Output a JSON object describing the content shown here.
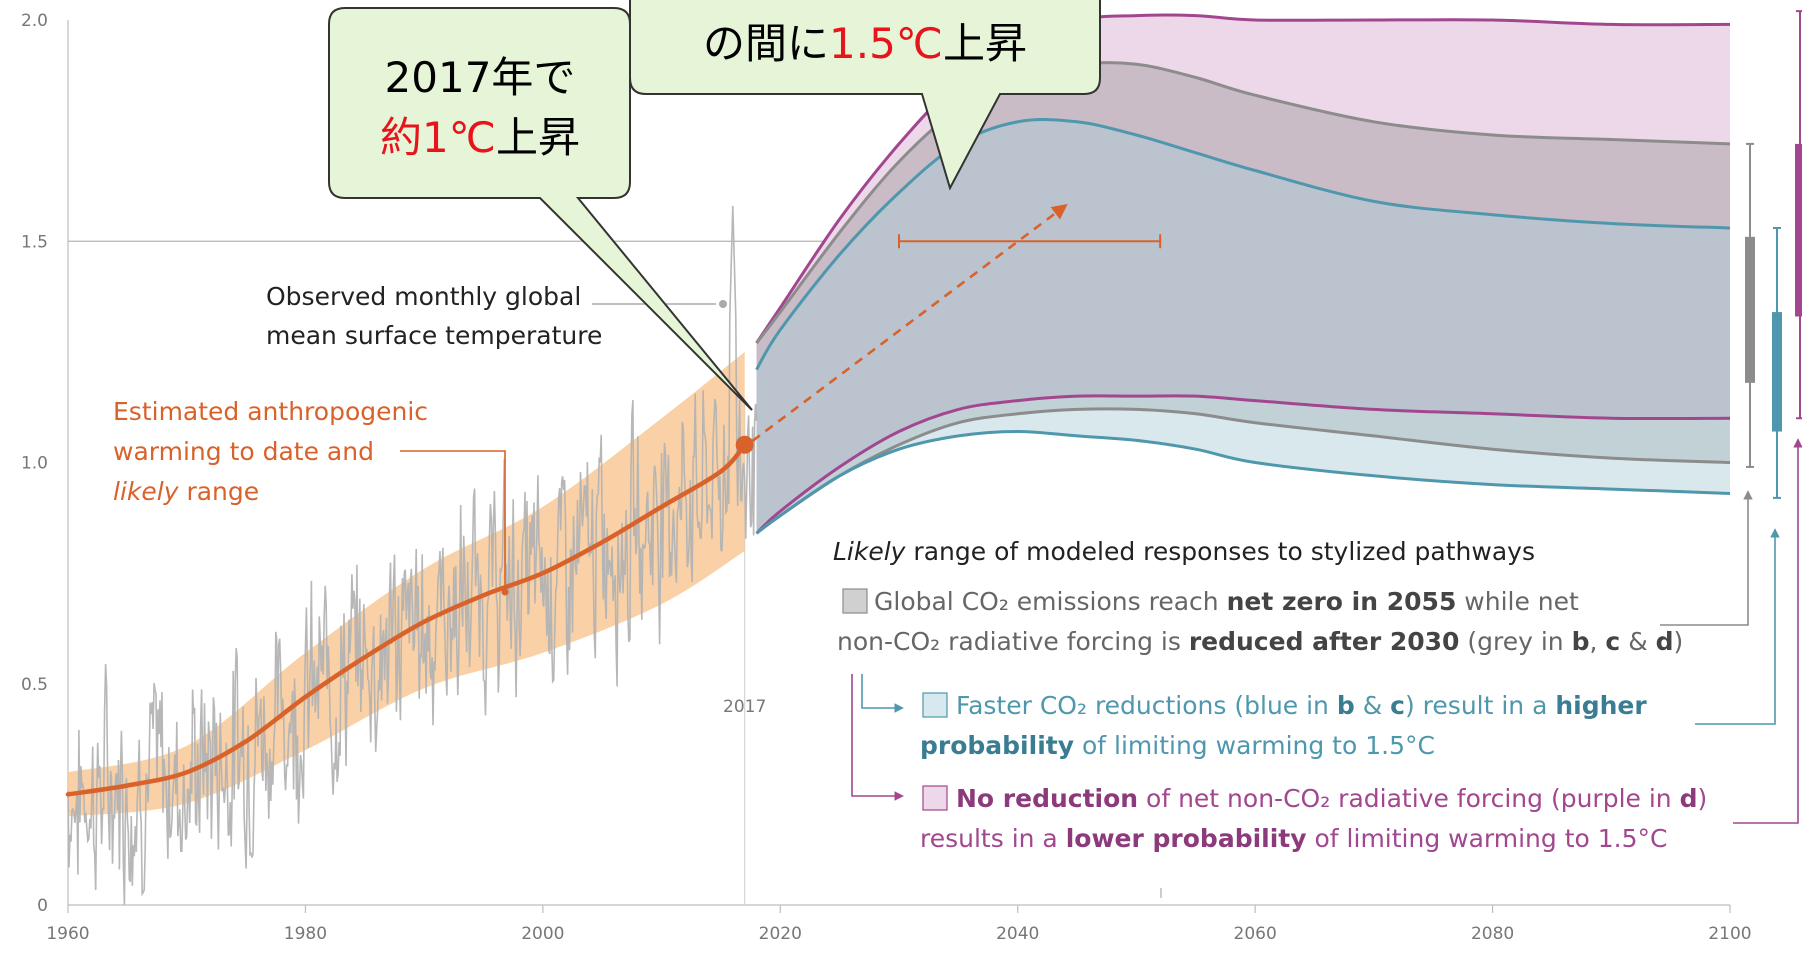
{
  "callouts": {
    "left_line1": "2017年で",
    "left_line2_red": "約1℃",
    "left_line2_black": "上昇",
    "right_line_black1": "の間に",
    "right_line_red": "1.5℃",
    "right_line_black2": "上昇"
  },
  "annotations": {
    "observed_line1": "Observed monthly global",
    "observed_line2": "mean surface temperature",
    "anthro_line1": "Estimated anthropogenic",
    "anthro_line2": "warming to date and",
    "anthro_line3_italic": "likely",
    "anthro_line3_rest": " range",
    "year_marker": "2017"
  },
  "legend": {
    "title_italic": "Likely",
    "title_rest": " range of modeled responses to stylized pathways",
    "grey_a": "Global CO₂ emissions reach ",
    "grey_b": "net zero in 2055",
    "grey_c": " while net",
    "grey_d": "non-CO₂ radiative forcing is ",
    "grey_e": "reduced after 2030",
    "grey_f": " (grey in ",
    "grey_g": "b",
    "grey_h": ", ",
    "grey_i": "c",
    "grey_j": " & ",
    "grey_k": "d",
    "grey_l": ")",
    "blue_a": "Faster CO₂ reductions (blue in ",
    "blue_b": "b",
    "blue_c": " & ",
    "blue_d": "c",
    "blue_e": ") result in a ",
    "blue_f": "higher",
    "blue_g": "probability",
    "blue_h": " of limiting warming to 1.5°C",
    "purple_a": "No reduction",
    "purple_b": " of net non-CO₂ radiative forcing (purple in ",
    "purple_c": "d",
    "purple_d": ")",
    "purple_e": "results in a ",
    "purple_f": "lower probability",
    "purple_g": " of limiting warming to 1.5°C"
  },
  "colors": {
    "observed": "#b3b3b3",
    "anthropogenic": "#d9622b",
    "anthro_band": "#f9c996",
    "grey": "#8c8c8c",
    "blue": "#4f97ad",
    "purple": "#a2478f",
    "callout_fill": "#e6f5d7",
    "callout_red": "#e8141c"
  },
  "chart_data": {
    "type": "line",
    "xlim": [
      1960,
      2100
    ],
    "ylim": [
      0,
      2.0
    ],
    "x_ticks": [
      "1960",
      "1980",
      "2000",
      "2020",
      "2040",
      "2060",
      "2080",
      "2100"
    ],
    "y_ticks": [
      "0",
      "0.5",
      "1.0",
      "1.5",
      "2.0"
    ],
    "reference_line_y": 1.5,
    "anthropogenic_central": {
      "x": [
        1960,
        1965,
        1970,
        1975,
        1980,
        1985,
        1990,
        1995,
        2000,
        2005,
        2010,
        2015,
        2017
      ],
      "y": [
        0.25,
        0.27,
        0.3,
        0.37,
        0.47,
        0.56,
        0.64,
        0.7,
        0.75,
        0.82,
        0.9,
        0.98,
        1.04
      ]
    },
    "anthropogenic_likely_range": {
      "x": [
        1960,
        1970,
        1980,
        1990,
        2000,
        2010,
        2017
      ],
      "lower": [
        0.2,
        0.23,
        0.35,
        0.49,
        0.57,
        0.68,
        0.8
      ],
      "upper": [
        0.3,
        0.36,
        0.57,
        0.76,
        0.9,
        1.1,
        1.25
      ]
    },
    "observed_monthly": {
      "note": "noisy monthly series around anthropogenic estimate",
      "peak_year": 2016,
      "peak_value": 1.58
    },
    "series": [
      {
        "color_key": "grey",
        "x": [
          2018,
          2020,
          2025,
          2030,
          2035,
          2040,
          2045,
          2050,
          2055,
          2060,
          2070,
          2080,
          2090,
          2100
        ],
        "upper": [
          1.27,
          1.34,
          1.52,
          1.68,
          1.8,
          1.87,
          1.9,
          1.9,
          1.87,
          1.83,
          1.77,
          1.74,
          1.73,
          1.72
        ],
        "lower": [
          0.84,
          0.88,
          0.97,
          1.04,
          1.09,
          1.11,
          1.12,
          1.12,
          1.11,
          1.09,
          1.06,
          1.03,
          1.01,
          1.0
        ]
      },
      {
        "color_key": "blue",
        "x": [
          2018,
          2020,
          2025,
          2030,
          2035,
          2040,
          2045,
          2050,
          2055,
          2060,
          2070,
          2080,
          2090,
          2100
        ],
        "upper": [
          1.21,
          1.3,
          1.47,
          1.61,
          1.72,
          1.77,
          1.77,
          1.74,
          1.7,
          1.66,
          1.59,
          1.56,
          1.54,
          1.53
        ],
        "lower": [
          0.84,
          0.88,
          0.97,
          1.03,
          1.06,
          1.07,
          1.06,
          1.05,
          1.03,
          1.0,
          0.97,
          0.95,
          0.94,
          0.93
        ]
      },
      {
        "color_key": "purple",
        "x": [
          2018,
          2020,
          2025,
          2030,
          2035,
          2040,
          2045,
          2050,
          2055,
          2060,
          2070,
          2080,
          2090,
          2100
        ],
        "upper": [
          1.27,
          1.35,
          1.55,
          1.72,
          1.86,
          1.95,
          2.0,
          2.01,
          2.01,
          2.0,
          2.0,
          2.0,
          1.99,
          1.99
        ],
        "lower": [
          0.84,
          0.89,
          0.99,
          1.07,
          1.12,
          1.14,
          1.15,
          1.15,
          1.15,
          1.14,
          1.12,
          1.11,
          1.1,
          1.1
        ]
      }
    ],
    "crossing_range_1_5": {
      "x_start": 2030,
      "x_end": 2052,
      "y": 1.5
    },
    "projection_arrow": {
      "from": [
        2017,
        1.04
      ],
      "to": [
        2044,
        1.58
      ]
    },
    "right_bars": [
      {
        "color_key": "grey",
        "line": [
          0.99,
          1.72
        ],
        "thick": [
          1.18,
          1.51
        ]
      },
      {
        "color_key": "blue",
        "line": [
          0.92,
          1.53
        ],
        "thick": [
          1.07,
          1.34
        ]
      },
      {
        "color_key": "purple",
        "line": [
          1.1,
          2.02
        ],
        "thick": [
          1.33,
          1.72
        ]
      }
    ]
  }
}
